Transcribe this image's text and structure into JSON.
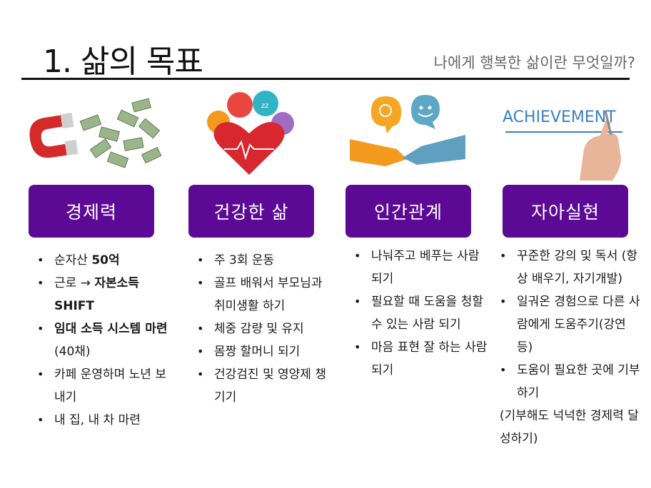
{
  "title": "1. 삶의 목표",
  "subtitle": "나에게 행복한 삶이란 무엇일까?",
  "columns": [
    {
      "header": "경제력",
      "image_icon": "magnet-money-icon",
      "items": [
        {
          "parts": [
            {
              "t": "순자산 ",
              "b": false
            },
            {
              "t": "50억",
              "b": true
            }
          ]
        },
        {
          "parts": [
            {
              "t": "근로 → ",
              "b": false
            },
            {
              "t": "자본소득 SHIFT",
              "b": true
            }
          ]
        },
        {
          "parts": [
            {
              "t": "임대 소득 시스템 마련",
              "b": true
            },
            {
              "t": " (40채)",
              "b": false
            }
          ]
        },
        {
          "parts": [
            {
              "t": "카페 운영하며 노년 보내기",
              "b": false
            }
          ]
        },
        {
          "parts": [
            {
              "t": "내 집, 내 차 마련",
              "b": false
            }
          ]
        }
      ]
    },
    {
      "header": "건강한 삶",
      "image_icon": "heart-health-icon",
      "items": [
        {
          "parts": [
            {
              "t": "주 3회 운동",
              "b": false
            }
          ]
        },
        {
          "parts": [
            {
              "t": "골프 배워서 부모님과 취미생활 하기",
              "b": false
            }
          ]
        },
        {
          "parts": [
            {
              "t": "체중 감량 및 유지",
              "b": false
            }
          ]
        },
        {
          "parts": [
            {
              "t": "몸짱 할머니 되기",
              "b": false
            }
          ]
        },
        {
          "parts": [
            {
              "t": "건강검진 및 영양제 챙기기",
              "b": false
            }
          ]
        }
      ]
    },
    {
      "header": "인간관계",
      "image_icon": "handshake-icon",
      "items": [
        {
          "parts": [
            {
              "t": "나눠주고 베푸는 사람 되기",
              "b": false
            }
          ]
        },
        {
          "parts": [
            {
              "t": "필요할 때 도움을 청할 수 있는 사람 되기",
              "b": false
            }
          ]
        },
        {
          "parts": [
            {
              "t": "마음 표현 잘 하는 사람 되기",
              "b": false
            }
          ]
        }
      ]
    },
    {
      "header": "자아실현",
      "image_icon": "achievement-icon",
      "image_text": "ACHIEVEMENT",
      "items": [
        {
          "parts": [
            {
              "t": "꾸준한 강의 및 독서 (항상 배우기, 자기개발)",
              "b": false
            }
          ]
        },
        {
          "parts": [
            {
              "t": "일궈온 경험으로 다른 사람에게 도움주기(강연 등)",
              "b": false
            }
          ]
        },
        {
          "parts": [
            {
              "t": "도움이 필요한 곳에 기부하기",
              "b": false
            }
          ]
        },
        {
          "parts": [
            {
              "t": "(기부해도 넉넉한 경제력 달성하기)",
              "b": false
            }
          ],
          "no_bullet": true
        }
      ]
    }
  ],
  "colors": {
    "header_bg": "#5c0a96",
    "header_text": "#ffffff",
    "rule": "#111111",
    "subtitle": "#666666"
  }
}
